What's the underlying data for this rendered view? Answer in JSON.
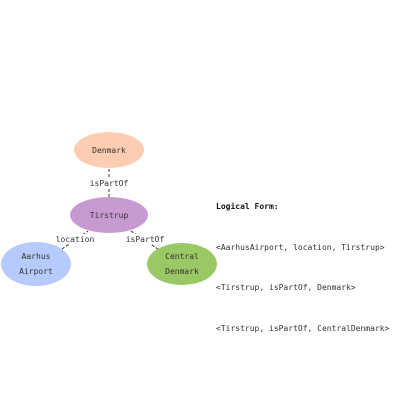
{
  "colors": {
    "denmark": "#fdcdb2",
    "tirstrup": "#c79bd1",
    "aarhus_airport": "#b6cbfb",
    "central_denmark": "#9ac865",
    "edge": "#333333"
  },
  "nodes": {
    "denmark": {
      "label": "Denmark"
    },
    "tirstrup": {
      "label": "Tirstrup"
    },
    "aarhus_airport": {
      "line1": "Aarhus",
      "line2": "Airport"
    },
    "central_denmark": {
      "line1": "Central",
      "line2": "Denmark"
    }
  },
  "edges": {
    "tirstrup_denmark": {
      "label": "isPartOf"
    },
    "aarhus_tirstrup": {
      "label": "location"
    },
    "tirstrup_central": {
      "label": "isPartOf"
    }
  },
  "logical_form": {
    "title": "Logical Form:",
    "lines": [
      "<AarhusAirport, location, Tirstrup>",
      "<Tirstrup, isPartOf, Denmark>",
      "<Tirstrup, isPartOf, CentralDenmark>"
    ]
  }
}
